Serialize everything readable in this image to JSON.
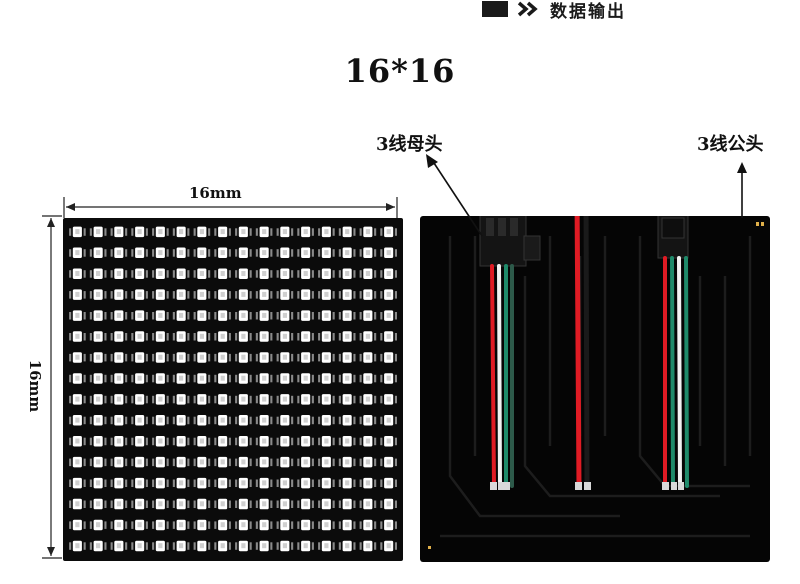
{
  "header": {
    "text": "数据输出",
    "icons": [
      "square-icon",
      "double-chevron-icon"
    ]
  },
  "title": "16*16",
  "matrix": {
    "rows": 16,
    "cols": 16,
    "width_label": "16mm",
    "height_label": "16mm",
    "board_color": "#0b0b0b",
    "led_color": "#ffffff"
  },
  "back": {
    "female_label": "3线母头",
    "male_label": "3线公头",
    "wire_colors": {
      "red": "#e01b24",
      "black": "#1a1a1a",
      "white": "#f2f2f2",
      "green": "#1f8a6a"
    }
  }
}
